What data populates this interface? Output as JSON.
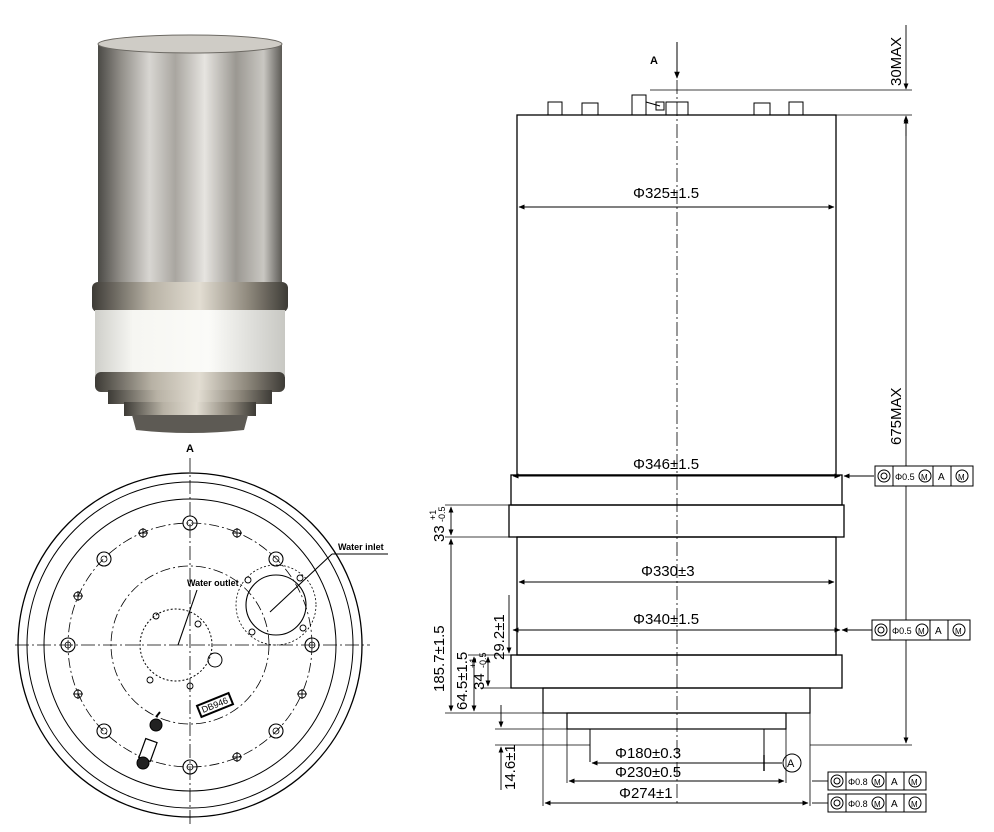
{
  "photo": {
    "title": "",
    "colors": {
      "metal": "#b9b7b2",
      "ceramic": "#f2f2ee",
      "dark": "#3a3a3a"
    }
  },
  "bottom_view": {
    "label_A": "A",
    "water_inlet": "Water inlet",
    "water_outlet": "Water outlet",
    "marking": "DB946"
  },
  "front_view": {
    "label_A": "A",
    "dims": {
      "d325": "Φ325±1.5",
      "d346": "Φ346±1.5",
      "d330": "Φ330±3",
      "d340": "Φ340±1.5",
      "d180": "Φ180±0.3",
      "d230": "Φ230±0.5",
      "d274": "Φ274±1",
      "h30max": "30MAX",
      "h675max": "675MAX",
      "h33": "33",
      "h33_tol_plus": "+1",
      "h33_tol_minus": "-0.5",
      "h185": "185.7±1.5",
      "h29": "29.2±1",
      "h64": "64.5±1.5",
      "h34": "34",
      "h34_tol_plus": "+1",
      "h34_tol_minus": "-0.5",
      "h14": "14.6±1",
      "datum": "A"
    },
    "tolerance_frames": [
      {
        "value": "Φ0.5",
        "mod": "M",
        "datum": "A",
        "datum_mod": "M"
      },
      {
        "value": "Φ0.5",
        "mod": "M",
        "datum": "A",
        "datum_mod": "M"
      },
      {
        "value": "Φ0.8",
        "mod": "M",
        "datum": "A",
        "datum_mod": "M"
      },
      {
        "value": "Φ0.8",
        "mod": "M",
        "datum": "A",
        "datum_mod": "M"
      }
    ]
  }
}
